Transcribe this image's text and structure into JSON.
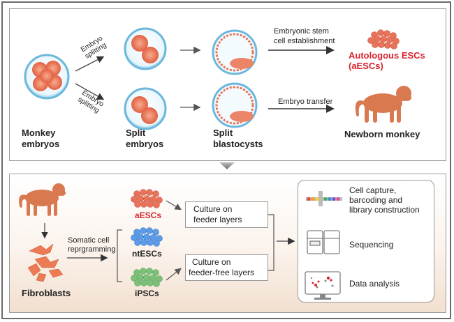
{
  "top": {
    "embryo_splitting_upper": [
      "Embryo",
      "splitting"
    ],
    "embryo_splitting_lower": [
      "Embryo",
      "splitting"
    ],
    "monkey_embryos": [
      "Monkey",
      "embryos"
    ],
    "split_embryos": [
      "Split",
      "embryos"
    ],
    "split_blastocysts": [
      "Split",
      "blastocysts"
    ],
    "esc_establishment": [
      "Embryonic stem",
      "cell establishment"
    ],
    "embryo_transfer": "Embryo transfer",
    "autologous_escs": [
      "Autologous ESCs",
      "(aESCs)"
    ],
    "newborn_monkey": "Newborn monkey"
  },
  "bottom": {
    "fibroblasts": "Fibroblasts",
    "somatic_reprogramming": [
      "Somatic cell",
      "reprgramming"
    ],
    "aescs": "aESCs",
    "ntescs": "ntESCs",
    "ipscs": "iPSCs",
    "culture_feeder": [
      "Culture on",
      "feeder layers"
    ],
    "culture_feeder_free": [
      "Culture on",
      "feeder-free layers"
    ],
    "cell_capture": [
      "Cell capture,",
      "barcoding and",
      "library construction"
    ],
    "sequencing": "Sequencing",
    "data_analysis": "Data analysis"
  },
  "colors": {
    "cell": "#e8735a",
    "ntesc": "#5b9be8",
    "ipsc": "#7cc07a",
    "monkey": "#d9794f",
    "accent_red": "#d6252e"
  }
}
